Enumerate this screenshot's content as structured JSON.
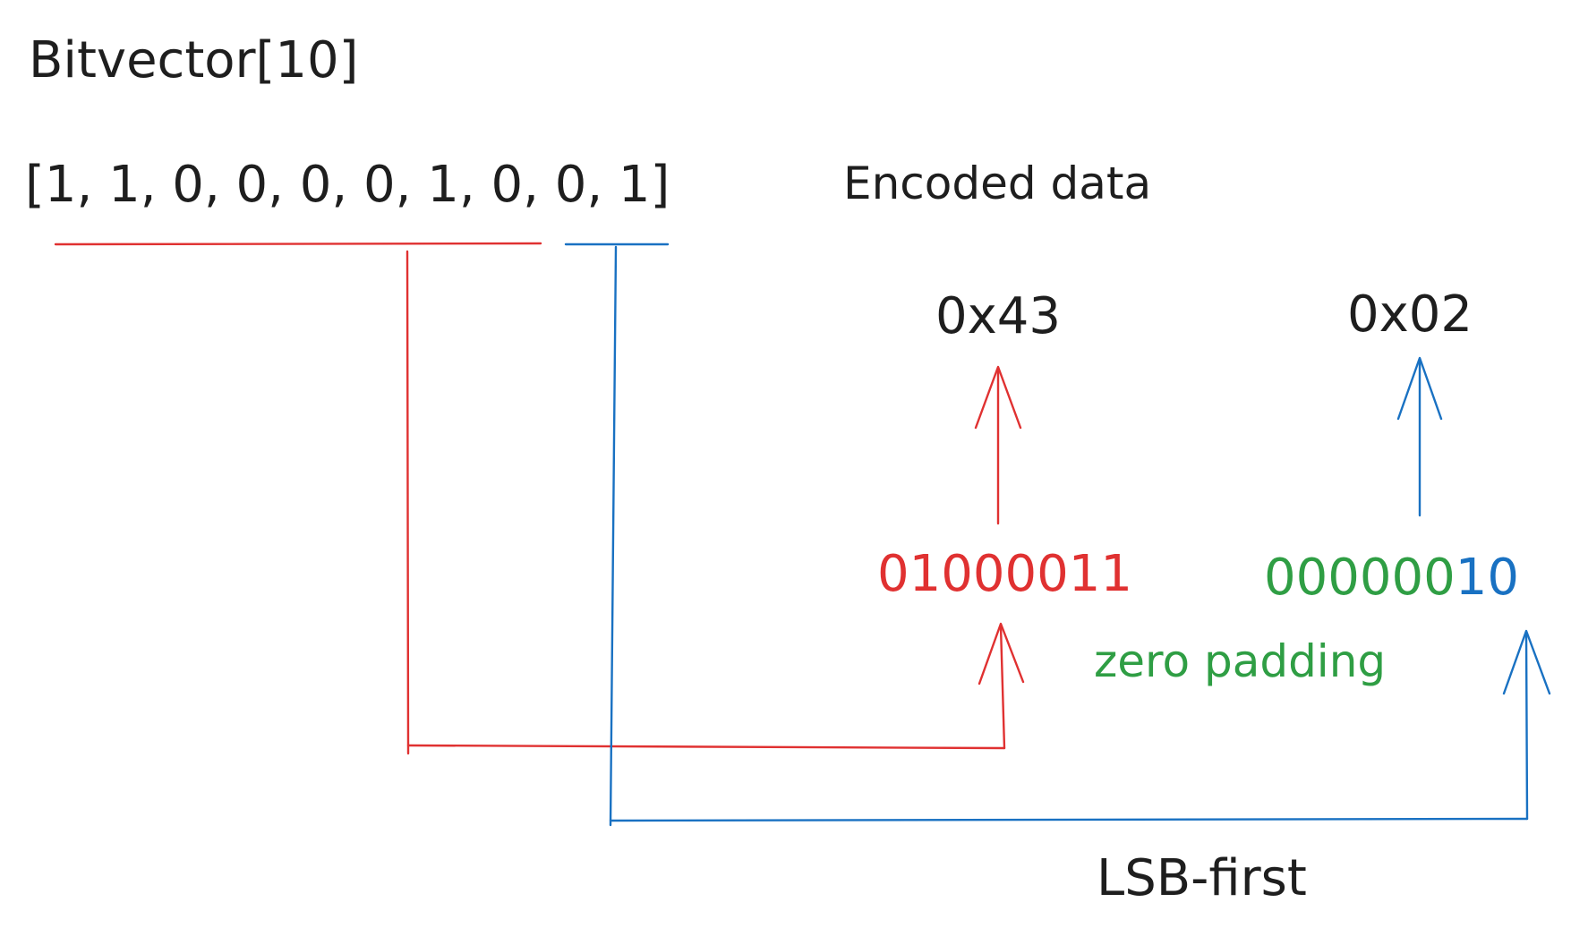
{
  "title": "Bitvector[10]",
  "bits_text": "[1, 1, 0, 0, 0, 0, 1, 0, 0, 1]",
  "encoded_label": "Encoded data",
  "bytes": [
    {
      "hex": "0x43",
      "binary": "01000011"
    },
    {
      "hex": "0x02",
      "padding_part": "000000",
      "data_part": "10"
    }
  ],
  "padding_label": "zero padding",
  "order_label": "LSB-first",
  "colors": {
    "text": "#1e1e1e",
    "red": "#e03131",
    "blue": "#1971c2",
    "green": "#2f9e44"
  }
}
